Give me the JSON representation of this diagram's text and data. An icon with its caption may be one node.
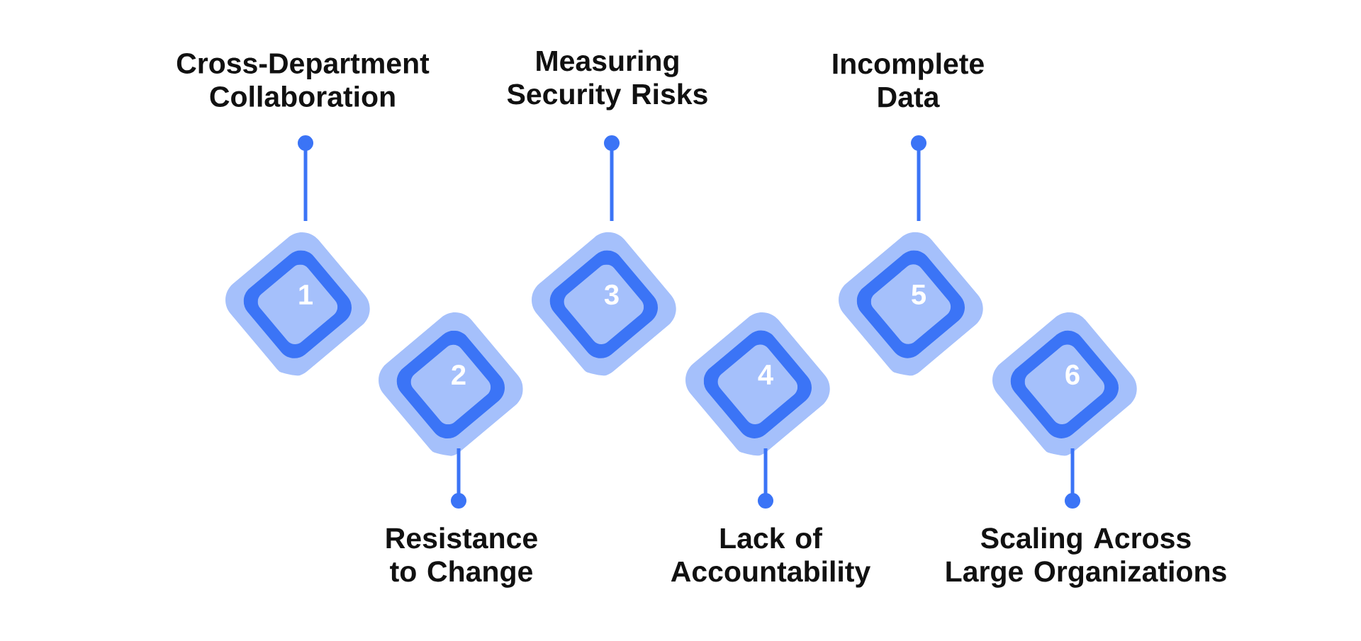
{
  "diagram": {
    "nodes": [
      {
        "text": [
          "1"
        ]
      },
      {
        "text": [
          "Cross-Department Collaboration"
        ]
      },
      {
        "text": [
          "2"
        ]
      },
      {
        "text": [
          "Resistance to Change"
        ]
      },
      {
        "text": [
          "3"
        ]
      },
      {
        "text": [
          "Measuring Security Risks"
        ]
      },
      {
        "text": [
          "4"
        ]
      },
      {
        "text": [
          "Lack of Accountability"
        ]
      },
      {
        "text": [
          "5"
        ]
      },
      {
        "text": [
          "Incomplete Data"
        ]
      },
      {
        "text": [
          "6"
        ]
      },
      {
        "text": [
          "Scaling Across Large Organizations"
        ]
      }
    ],
    "edges": [
      {
        "from": 0,
        "to": 1,
        "arrow": "other"
      },
      {
        "from": 2,
        "to": 3,
        "arrow": "other"
      },
      {
        "from": 4,
        "to": 5,
        "arrow": "other"
      },
      {
        "from": 6,
        "to": 7,
        "arrow": "other"
      },
      {
        "from": 8,
        "to": 9,
        "arrow": "other"
      },
      {
        "from": 10,
        "to": 11,
        "arrow": "other"
      }
    ]
  }
}
